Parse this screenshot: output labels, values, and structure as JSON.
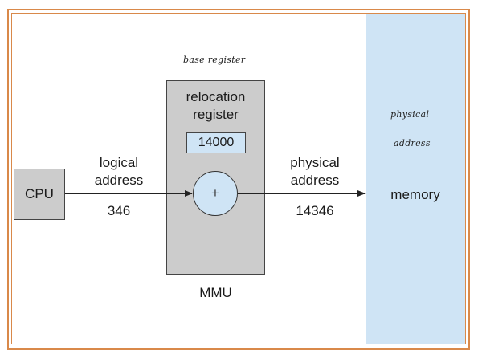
{
  "annotation": {
    "base_register": "base register",
    "physical_line1": "physical",
    "physical_line2": "address"
  },
  "cpu": {
    "label": "CPU"
  },
  "logical": {
    "line1": "logical",
    "line2": "address",
    "value": "346"
  },
  "mmu": {
    "title_line1": "relocation",
    "title_line2": "register",
    "register_value": "14000",
    "adder_symbol": "+",
    "label": "MMU"
  },
  "physical": {
    "line1": "physical",
    "line2": "address",
    "value": "14346"
  },
  "memory": {
    "label": "memory"
  }
}
